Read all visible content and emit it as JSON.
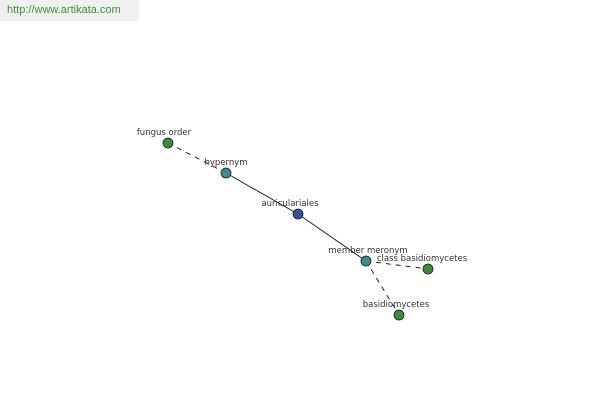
{
  "site": {
    "url_text": "http://www.artikata.com"
  },
  "colors": {
    "center": "#3a4d99",
    "relation": "#3d8b8b",
    "term": "#3d8a3d",
    "edge": "#222222",
    "watermark_text": "#339933"
  },
  "graph": {
    "nodes": [
      {
        "id": "auriculariales",
        "label": "auriculariales",
        "kind": "center"
      },
      {
        "id": "hypernym",
        "label": "hypernym",
        "kind": "relation"
      },
      {
        "id": "member-meronym",
        "label": "member meronym",
        "kind": "relation"
      },
      {
        "id": "fungus-order",
        "label": "fungus order",
        "kind": "term"
      },
      {
        "id": "class-basidiomycetes",
        "label": "class basidiomycetes",
        "kind": "term"
      },
      {
        "id": "basidiomycetes",
        "label": "basidiomycetes",
        "kind": "term"
      }
    ],
    "edges": [
      {
        "from": "auriculariales",
        "to": "hypernym",
        "style": "solid"
      },
      {
        "from": "auriculariales",
        "to": "member-meronym",
        "style": "solid"
      },
      {
        "from": "hypernym",
        "to": "fungus-order",
        "style": "dashed"
      },
      {
        "from": "member-meronym",
        "to": "class-basidiomycetes",
        "style": "dashed"
      },
      {
        "from": "member-meronym",
        "to": "basidiomycetes",
        "style": "dashed"
      }
    ]
  }
}
